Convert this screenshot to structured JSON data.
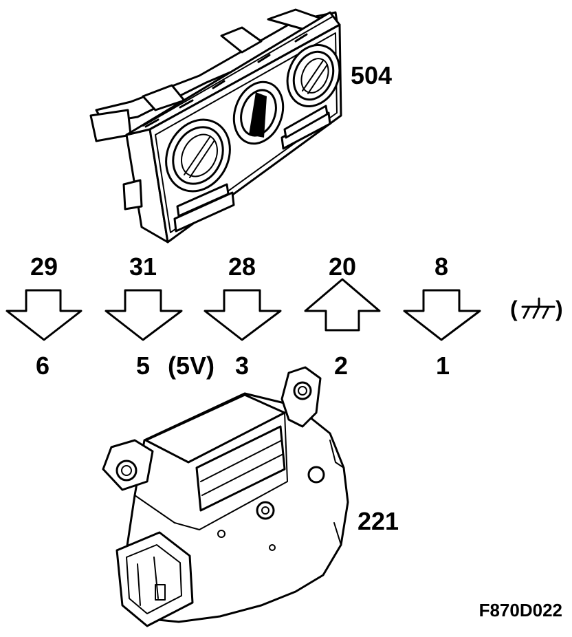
{
  "components": {
    "control_panel": {
      "label": "504"
    },
    "actuator": {
      "label": "221"
    }
  },
  "connections": [
    {
      "pin_top": "29",
      "pin_bottom": "6",
      "direction": "down",
      "note": ""
    },
    {
      "pin_top": "31",
      "pin_bottom": "5",
      "direction": "down",
      "note": "(5V)"
    },
    {
      "pin_top": "28",
      "pin_bottom": "3",
      "direction": "down",
      "note": ""
    },
    {
      "pin_top": "20",
      "pin_bottom": "2",
      "direction": "up",
      "note": ""
    },
    {
      "pin_top": "8",
      "pin_bottom": "1",
      "direction": "down",
      "note": ""
    }
  ],
  "ground": {
    "paren_open": "(",
    "paren_close": ")",
    "icon": "ground-symbol-icon"
  },
  "figure_code": "F870D022"
}
